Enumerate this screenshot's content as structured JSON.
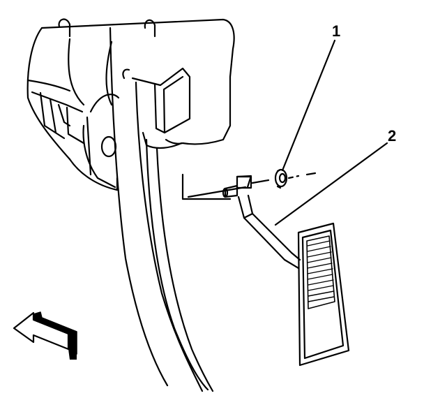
{
  "diagram": {
    "callouts": [
      {
        "id": "1",
        "label": "1",
        "part": "retainer-nut"
      },
      {
        "id": "2",
        "label": "2",
        "part": "accelerator-pedal-assembly"
      }
    ],
    "direction_arrow": {
      "icon": "front-direction-arrow-icon"
    },
    "colors": {
      "line": "#000000",
      "background": "#ffffff"
    }
  }
}
